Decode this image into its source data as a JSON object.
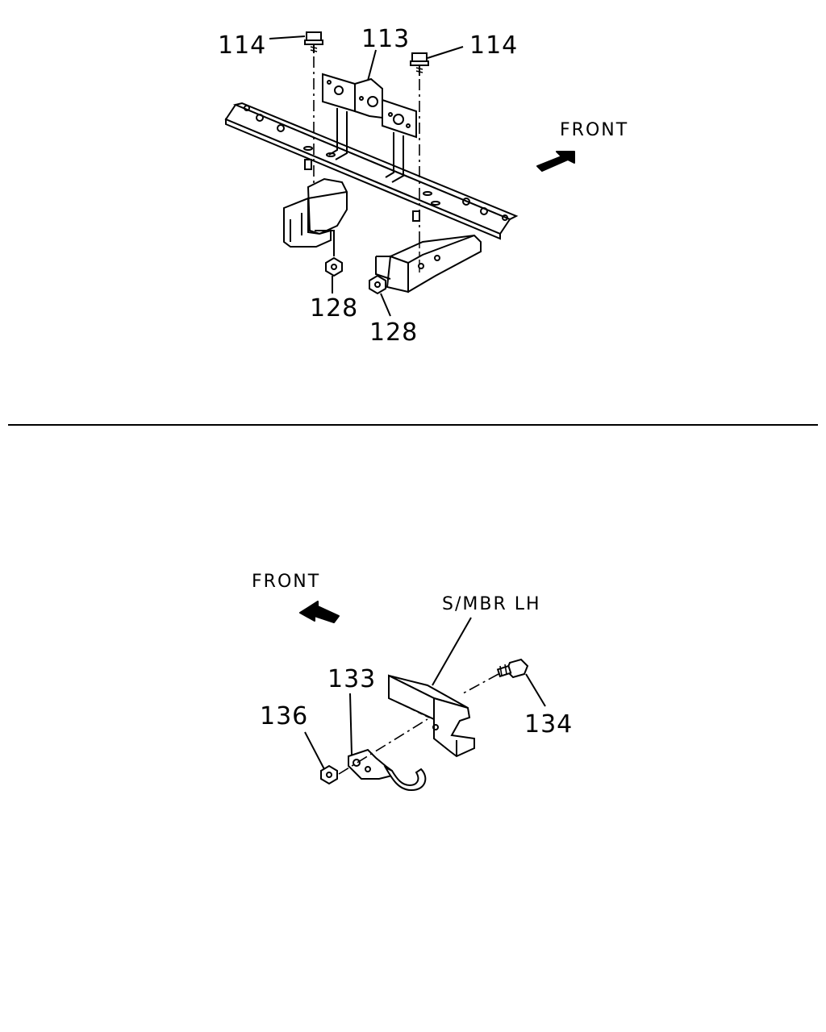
{
  "top_view": {
    "labels": {
      "bolt_left": "114",
      "bracket": "113",
      "bolt_right": "114",
      "nut_left": "128",
      "nut_right": "128",
      "front": "FRONT"
    },
    "icons": {
      "direction": "arrow-icon"
    }
  },
  "bottom_view": {
    "labels": {
      "front": "FRONT",
      "member": "S/MBR LH",
      "hook": "133",
      "nut": "136",
      "bolt": "134"
    },
    "icons": {
      "direction": "arrow-icon"
    }
  },
  "colors": {
    "ink": "#000000",
    "paper": "#ffffff"
  }
}
